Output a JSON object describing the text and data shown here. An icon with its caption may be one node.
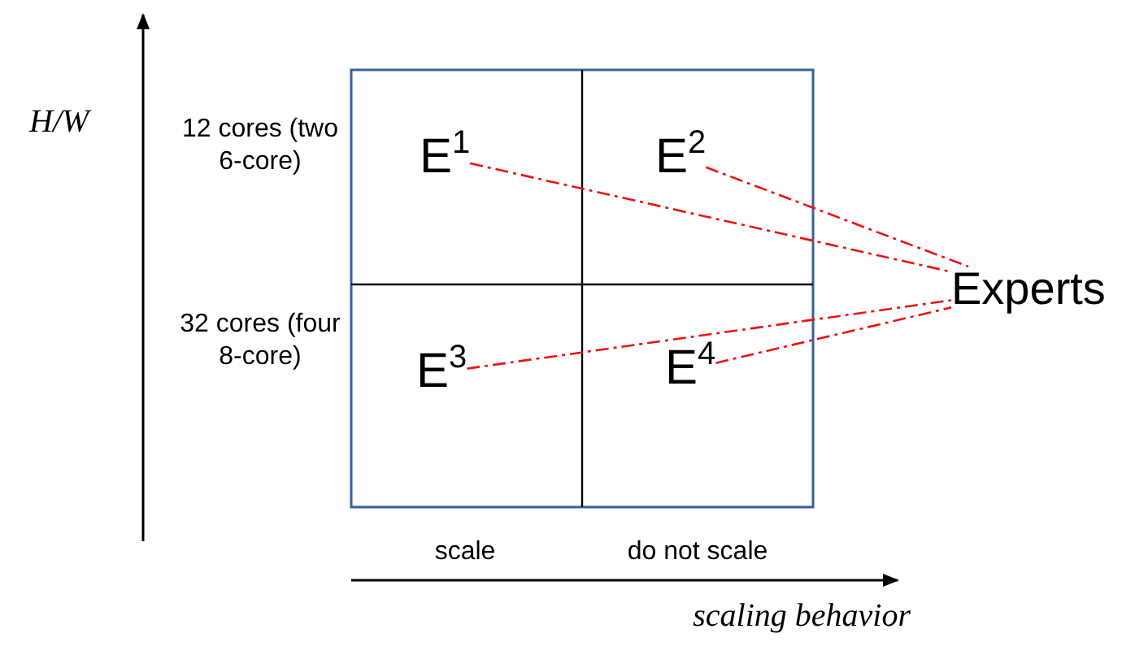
{
  "diagram": {
    "nodes": [
      {
        "text": [
          "E$^{1}$"
        ]
      },
      {
        "text": [
          "E$^{2}$"
        ]
      },
      {
        "text": [
          "E$^{3}$"
        ]
      },
      {
        "text": [
          "E$^{4}$"
        ]
      },
      {
        "text": [
          "Experts"
        ]
      }
    ],
    "edges": [
      {
        "from": 0,
        "to": 4,
        "arrow": "none",
        "style": "dashed",
        "color": "#ee1111"
      },
      {
        "from": 1,
        "to": 4,
        "arrow": "none",
        "style": "dashed",
        "color": "#ee1111"
      },
      {
        "from": 2,
        "to": 4,
        "arrow": "none",
        "style": "dashed",
        "color": "#ee1111"
      },
      {
        "from": 3,
        "to": 4,
        "arrow": "none",
        "style": "dashed",
        "color": "#ee1111"
      }
    ],
    "labels": [
      "H/W",
      "12 cores (two 6-core)",
      "32 cores (four 8-core)",
      "scale",
      "do not scale",
      "scaling behavior"
    ]
  }
}
